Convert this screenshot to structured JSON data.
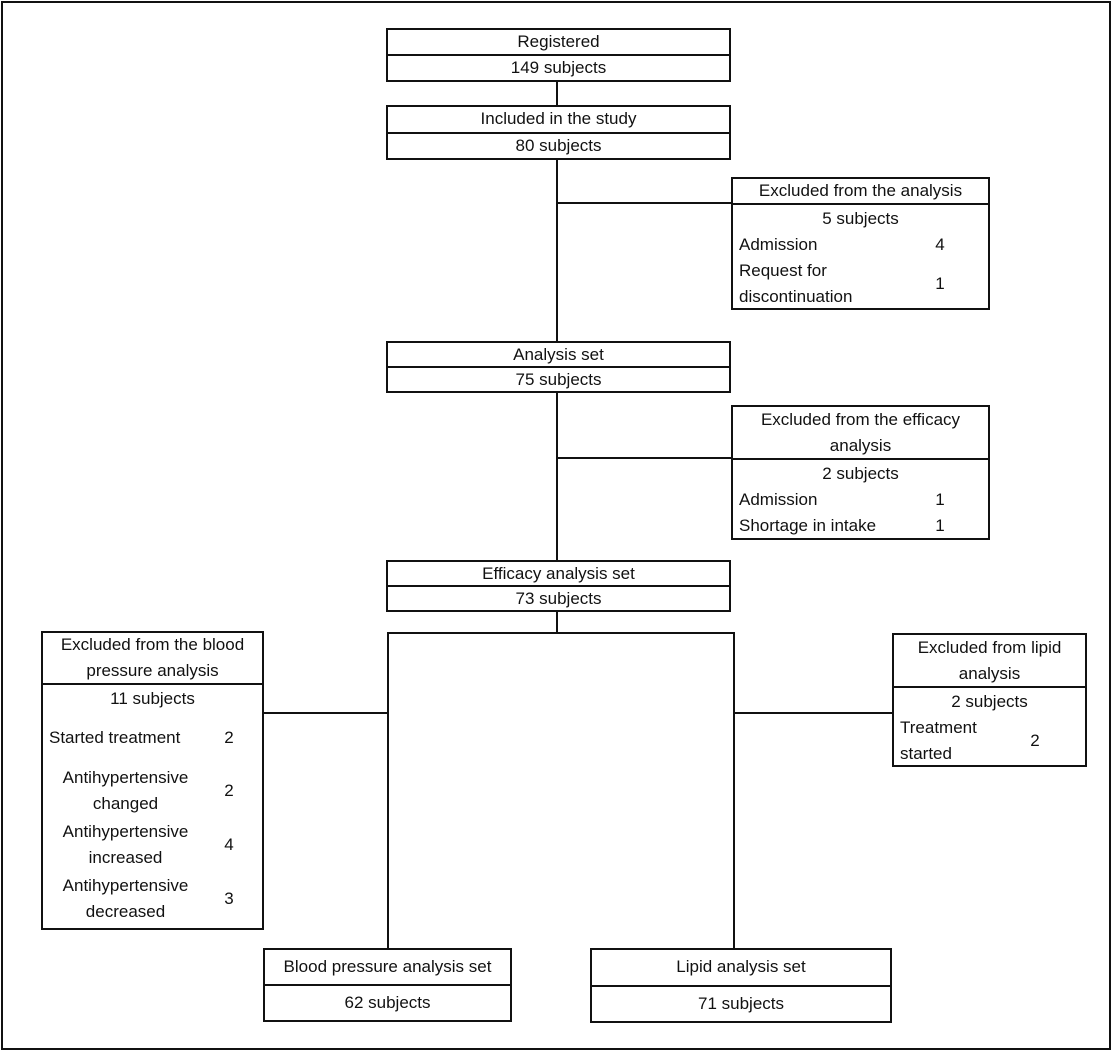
{
  "figure": {
    "nodes": {
      "registered": {
        "title": "Registered",
        "value": "149 subjects"
      },
      "included": {
        "title": "Included in the study",
        "value": "80 subjects"
      },
      "analysis_set": {
        "title": "Analysis set",
        "value": "75 subjects"
      },
      "efficacy_set": {
        "title": "Efficacy analysis set",
        "value": "73 subjects"
      },
      "bp_set": {
        "title": "Blood pressure analysis set",
        "value": "62 subjects"
      },
      "lipid_set": {
        "title": "Lipid analysis set",
        "value": "71 subjects"
      }
    },
    "exclusions": {
      "from_analysis": {
        "title": "Excluded from the analysis",
        "total": "5 subjects",
        "reasons": [
          {
            "label": "Admission",
            "count": "4"
          },
          {
            "label": "Request for discontinuation",
            "count": "1"
          }
        ]
      },
      "from_efficacy": {
        "title": "Excluded from the efficacy analysis",
        "total": "2 subjects",
        "reasons": [
          {
            "label": "Admission",
            "count": "1"
          },
          {
            "label": "Shortage in intake",
            "count": "1"
          }
        ]
      },
      "from_blood_pressure": {
        "title": "Excluded from the blood pressure analysis",
        "total": "11 subjects",
        "reasons": [
          {
            "label": "Started treatment",
            "count": "2"
          },
          {
            "label": "Antihypertensive changed",
            "count": "2"
          },
          {
            "label": "Antihypertensive increased",
            "count": "4"
          },
          {
            "label": "Antihypertensive decreased",
            "count": "3"
          }
        ]
      },
      "from_lipid": {
        "title": "Excluded from lipid analysis",
        "total": "2 subjects",
        "reasons": [
          {
            "label": "Treatment started",
            "count": "2"
          }
        ]
      }
    },
    "colors": {
      "line": "#111111",
      "background": "#ffffff"
    }
  }
}
